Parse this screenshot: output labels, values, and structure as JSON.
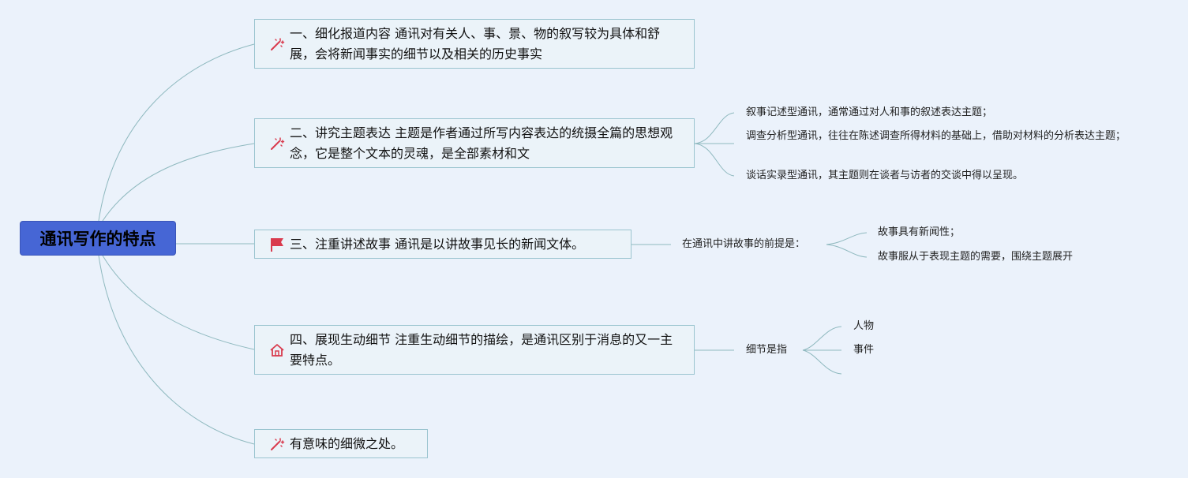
{
  "root": {
    "label": "通讯写作的特点"
  },
  "topics": [
    {
      "icon": "magic-wand-icon",
      "text": "一、细化报道内容 通讯对有关人、事、景、物的叙写较为具体和舒展，会将新闻事实的细节以及相关的历史事实",
      "children": []
    },
    {
      "icon": "magic-wand-icon",
      "text": "二、讲究主题表达 主题是作者通过所写内容表达的统摄全篇的思想观念，它是整个文本的灵魂，是全部素材和文",
      "children": [
        {
          "text": "叙事记述型通讯，通常通过对人和事的叙述表达主题；"
        },
        {
          "text": "调查分析型通讯，往往在陈述调查所得材料的基础上，借助对材料的分析表达主题；"
        },
        {
          "text": "谈话实录型通讯，其主题则在谈者与访者的交谈中得以呈现。"
        }
      ]
    },
    {
      "icon": "red-flag-icon",
      "text": "三、注重讲述故事 通讯是以讲故事见长的新闻文体。",
      "children": [
        {
          "text": "在通讯中讲故事的前提是：",
          "children": [
            {
              "text": "故事具有新闻性；"
            },
            {
              "text": "故事服从于表现主题的需要，围绕主题展开"
            }
          ]
        }
      ]
    },
    {
      "icon": "home-icon",
      "text": "四、展现生动细节 注重生动细节的描绘，是通讯区别于消息的又一主要特点。",
      "children": [
        {
          "text": "细节是指",
          "children": [
            {
              "text": "人物"
            },
            {
              "text": "事件"
            },
            {
              "text": ""
            }
          ]
        }
      ]
    },
    {
      "icon": "magic-wand-icon",
      "text": "有意味的细微之处。",
      "children": []
    }
  ],
  "colors": {
    "background": "#ebf2fb",
    "root_fill": "#4666d5",
    "topic_border": "#9ac4cf",
    "connector": "#8fb9bf",
    "icon_red": "#d93b4e"
  }
}
